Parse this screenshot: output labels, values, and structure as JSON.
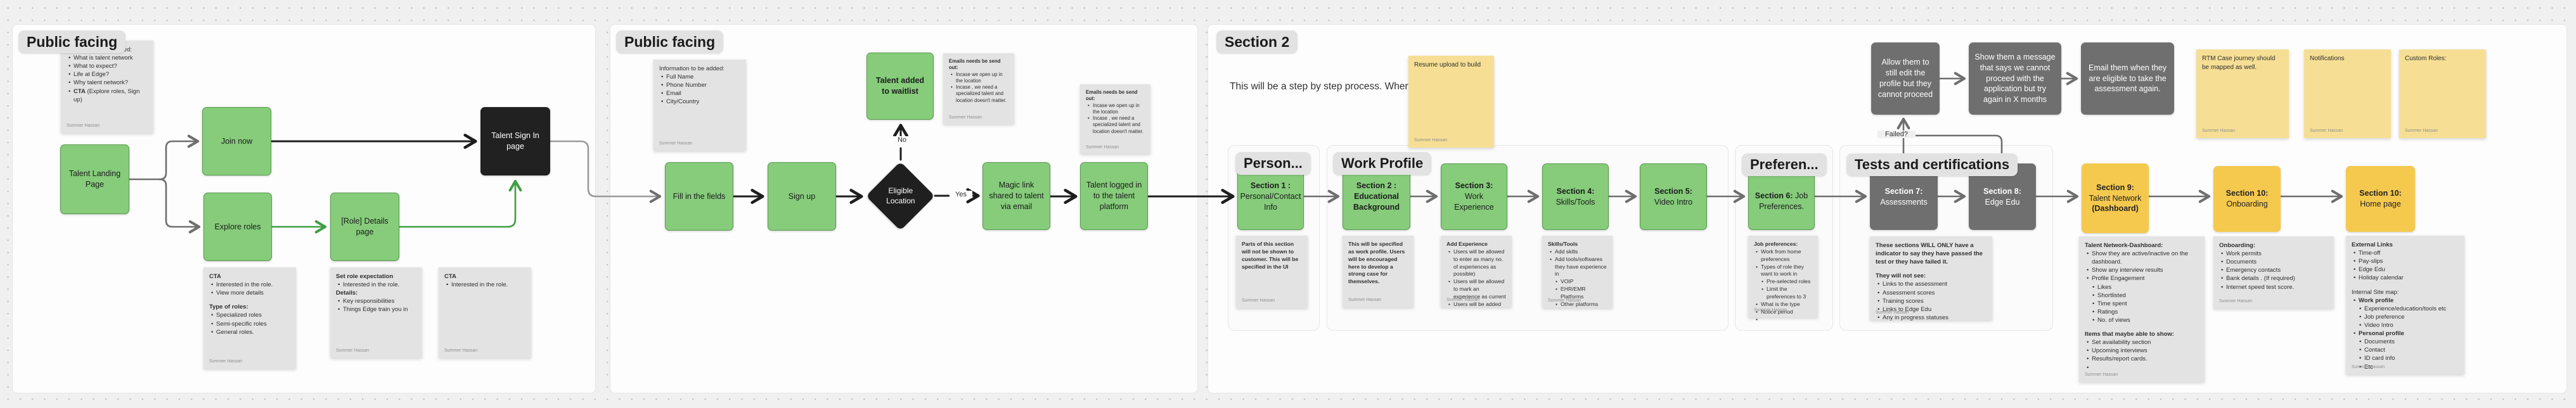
{
  "author": "Summer Hassan",
  "colors": {
    "canvas_bg": "#f0f0f0",
    "frame_bg": "#fdfdfd",
    "green_fill": "#86cc7b",
    "green_border": "#579a4d",
    "dark_box": "#212121",
    "gray_box": "#6f6f6f",
    "yellow_box": "#f5c94e",
    "sticky_gray": "#e3e3e3",
    "sticky_yellow": "#f6df94",
    "arrow_black": "#1d1d1d",
    "arrow_gray": "#6e6e6e",
    "arrow_green": "#3f9e42"
  },
  "connector_labels": {
    "yes": "Yes",
    "no": "No",
    "failed": "Failed?"
  },
  "frame1": {
    "title": "Public facing",
    "info_sticky": {
      "lines": [
        {
          "s": "p",
          "t": "Information to be added:"
        },
        {
          "s": "b1",
          "t": "What is talent network"
        },
        {
          "s": "b1",
          "t": "What to expect?"
        },
        {
          "s": "b1",
          "t": "Life at Edge?"
        },
        {
          "s": "b1",
          "t": "Why talent network?"
        },
        {
          "s": "b1",
          "bt": "CTA",
          "t": " (Explore roles, Sign up)"
        }
      ]
    },
    "nodes": {
      "talent_landing": {
        "label": "Talent Landing Page"
      },
      "join_now": {
        "label": "Join now"
      },
      "explore_roles": {
        "label": "Explore roles"
      },
      "role_details": {
        "label": "[Role] Details page"
      },
      "sign_in": {
        "label": "Talent Sign In page"
      }
    },
    "stickies": {
      "cta_roles": {
        "lines": [
          {
            "s": "h",
            "t": "CTA"
          },
          {
            "s": "b1",
            "t": "Interested in the role."
          },
          {
            "s": "b1",
            "t": "View more details"
          },
          {
            "s": "gap"
          },
          {
            "s": "h",
            "t": "Type of roles:"
          },
          {
            "s": "b1",
            "t": "Specialized roles"
          },
          {
            "s": "b1",
            "t": "Semi-specific roles"
          },
          {
            "s": "b1",
            "t": "General roles."
          }
        ]
      },
      "set_role": {
        "lines": [
          {
            "s": "h",
            "t": "Set role expectation"
          },
          {
            "s": "b1",
            "t": "Interested in the role."
          },
          {
            "s": "h",
            "t": "Details:"
          },
          {
            "s": "b1",
            "t": "Key responsibilities"
          },
          {
            "s": "b1",
            "t": "Things Edge train you in"
          }
        ]
      },
      "cta_interested": {
        "lines": [
          {
            "s": "h",
            "t": "CTA"
          },
          {
            "s": "b1",
            "t": "Interested in the role."
          }
        ]
      }
    }
  },
  "frame2": {
    "title": "Public facing",
    "info_sticky": {
      "lines": [
        {
          "s": "p",
          "t": "Information to be added:"
        },
        {
          "s": "b1",
          "t": "Full Name"
        },
        {
          "s": "b1",
          "t": "Phone Number"
        },
        {
          "s": "b1",
          "t": "Email"
        },
        {
          "s": "b1",
          "t": "City/Country"
        }
      ]
    },
    "emails_sticky": {
      "lines": [
        {
          "s": "h",
          "t": "Emails needs be send out:"
        },
        {
          "s": "b1",
          "t": "Incase we open up in the location"
        },
        {
          "s": "b1",
          "t": "Incase , we need a specialized talent and location doesn't matter."
        }
      ]
    },
    "nodes": {
      "fill_fields": {
        "label": "Fill in the fields"
      },
      "sign_up": {
        "label": "Sign up"
      },
      "eligible_line1": "Eligible",
      "eligible_line2": "Location",
      "waitlist": {
        "bold": "Talent added to waitlist"
      },
      "magic_link": {
        "label": "Magic link shared to talent via email"
      },
      "logged_in": {
        "label": "Talent logged in to the talent platform"
      }
    }
  },
  "section2": {
    "title": "Section 2",
    "intro": "This will be a step by step process. Wher",
    "resume_sticky": {
      "lines": [
        {
          "s": "p",
          "t": "Resume upload to build"
        }
      ]
    },
    "subframes": {
      "personal": {
        "title": "Person..."
      },
      "work": {
        "title": "Work Profile"
      },
      "preferences": {
        "title": "Preferen..."
      },
      "tests": {
        "title": "Tests and certifications"
      }
    },
    "nodes": {
      "s1": {
        "bold": "Section 1 :",
        "rest": "Personal/Contact Info"
      },
      "s2": {
        "bold": "Section 2 : Educational Background",
        "rest": ""
      },
      "s3": {
        "bold": "Section 3:",
        "rest": "Work Experience"
      },
      "s4": {
        "bold": "Section 4:",
        "rest": "Skills/Tools"
      },
      "s5": {
        "bold": "Section 5:",
        "rest": "Video Intro"
      },
      "s6": {
        "bold": "Section 6:",
        "rest": "Job Preferences."
      },
      "s7": {
        "bold": "Section 7:",
        "rest": "Assessments"
      },
      "s8": {
        "bold": "Section 8:",
        "rest": "Edge Edu"
      },
      "s9": {
        "bold": "Section 9:",
        "rest": "Talent Network",
        "bold2": "(Dashboard)"
      },
      "s10a": {
        "bold": "Section 10:",
        "rest": "Onboarding"
      },
      "s10b": {
        "bold": "Section 10:",
        "rest": "Home page"
      },
      "g1": {
        "label": "Allow them to still edit the profile but they cannot proceed"
      },
      "g2": {
        "label": "Show them a message that says we cannot proceed with the application but try again in X months"
      },
      "g3": {
        "label": "Email them when they are eligible to take the assessment again."
      }
    },
    "stickies": {
      "s1": {
        "lines": [
          {
            "s": "h",
            "t": "Parts of this section will not be shown to customer. This will be specified in the UI"
          }
        ]
      },
      "s2": {
        "lines": [
          {
            "s": "h",
            "t": "This will be specified as work profile. Users will be encouraged here to develop a strong case for themselves."
          }
        ]
      },
      "s3": {
        "lines": [
          {
            "s": "h",
            "t": "Add Experience"
          },
          {
            "s": "b1",
            "t": "Users will be allowed to enter as many no. of experiences as possible)"
          },
          {
            "s": "b1",
            "t": "Users will be allowed to mark an experience as current"
          },
          {
            "s": "b1",
            "t": "Users will be added"
          }
        ]
      },
      "s4": {
        "lines": [
          {
            "s": "h",
            "t": "Skills/Tools"
          },
          {
            "s": "b1",
            "t": "Add skills"
          },
          {
            "s": "b1",
            "t": "Add tools/softwares they have experience in"
          },
          {
            "s": "b2",
            "t": "VOIP"
          },
          {
            "s": "b2",
            "t": "EHR/EMR Platforms"
          },
          {
            "s": "b2",
            "t": "Other platforms"
          }
        ]
      },
      "s6": {
        "lines": [
          {
            "s": "h",
            "t": "Job preferences:"
          },
          {
            "s": "b1",
            "t": "Work from home preferences"
          },
          {
            "s": "b1",
            "t": "Types of role they want to work in"
          },
          {
            "s": "b2",
            "t": "Pre-selected roles"
          },
          {
            "s": "b2",
            "t": "Limit the preferences to 3"
          },
          {
            "s": "b1",
            "t": "What is the type"
          },
          {
            "s": "b1",
            "t": "Notice period"
          },
          {
            "s": "b1",
            "t": ""
          }
        ]
      },
      "tests": {
        "lines": [
          {
            "s": "h",
            "t": "These sections WILL ONLY have a indicator to say they have passed the test or they have failed it."
          },
          {
            "s": "gap"
          },
          {
            "s": "h",
            "t": "They will not see:"
          },
          {
            "s": "b1",
            "t": "Links to the assessment"
          },
          {
            "s": "b1",
            "t": "Assessment scores"
          },
          {
            "s": "b1",
            "t": "Training scores"
          },
          {
            "s": "b1",
            "t": "Links to Edge Edu"
          },
          {
            "s": "b1",
            "t": "Any in progress statuses"
          }
        ]
      },
      "s9": {
        "lines": [
          {
            "s": "h",
            "t": "Talent Network-Dashboard:"
          },
          {
            "s": "b1",
            "t": "Show they are active/inactive on the dashboard."
          },
          {
            "s": "b1",
            "t": "Show any interview results"
          },
          {
            "s": "b1",
            "t": "Profile Engagement"
          },
          {
            "s": "b2",
            "t": "Likes"
          },
          {
            "s": "b2",
            "t": "Shortlisted"
          },
          {
            "s": "b2",
            "t": "Time spent"
          },
          {
            "s": "b2",
            "t": "Ratings"
          },
          {
            "s": "b2",
            "t": "No. of views"
          },
          {
            "s": "gap"
          },
          {
            "s": "h",
            "t": "Items that maybe able to show:"
          },
          {
            "s": "b1",
            "t": "Set availability section"
          },
          {
            "s": "b1",
            "t": "Upcoming interviews"
          },
          {
            "s": "b1",
            "t": "Results/report cards."
          },
          {
            "s": "b1",
            "t": ""
          }
        ]
      },
      "s10a": {
        "lines": [
          {
            "s": "h",
            "t": "Onboarding:"
          },
          {
            "s": "b1",
            "t": "Work permits"
          },
          {
            "s": "b1",
            "t": "Documents"
          },
          {
            "s": "b1",
            "t": "Emergency contacts"
          },
          {
            "s": "b1",
            "t": "Bank details . (If required)"
          },
          {
            "s": "b1",
            "t": "Internet speed test score."
          }
        ]
      },
      "s10b": {
        "lines": [
          {
            "s": "h",
            "t": "External Links"
          },
          {
            "s": "b1",
            "t": "Time-off"
          },
          {
            "s": "b1",
            "t": "Pay-slips"
          },
          {
            "s": "b1",
            "t": "Edge Edu"
          },
          {
            "s": "b1",
            "t": "Holiday calendar"
          },
          {
            "s": "gap"
          },
          {
            "s": "p",
            "t": "Internal Site map:"
          },
          {
            "s": "b1",
            "bt": "Work profile",
            "t": ""
          },
          {
            "s": "b2",
            "t": "Experience/education/tools etc"
          },
          {
            "s": "b2",
            "t": "Job preference"
          },
          {
            "s": "b2",
            "t": "Video Intro"
          },
          {
            "s": "b1",
            "bt": "Personal profile",
            "t": ""
          },
          {
            "s": "b2",
            "t": "Documents"
          },
          {
            "s": "b2",
            "t": "Contact"
          },
          {
            "s": "b2",
            "t": "ID card info"
          },
          {
            "s": "b2",
            "t": "Etc"
          }
        ]
      },
      "rtm": {
        "lines": [
          {
            "s": "p",
            "t": "RTM Case journey should be mapped as well."
          }
        ]
      },
      "notifications": {
        "lines": [
          {
            "s": "p",
            "t": "Notifications"
          }
        ]
      },
      "custom_roles": {
        "lines": [
          {
            "s": "p",
            "t": "Custom Roles:"
          }
        ]
      }
    }
  }
}
